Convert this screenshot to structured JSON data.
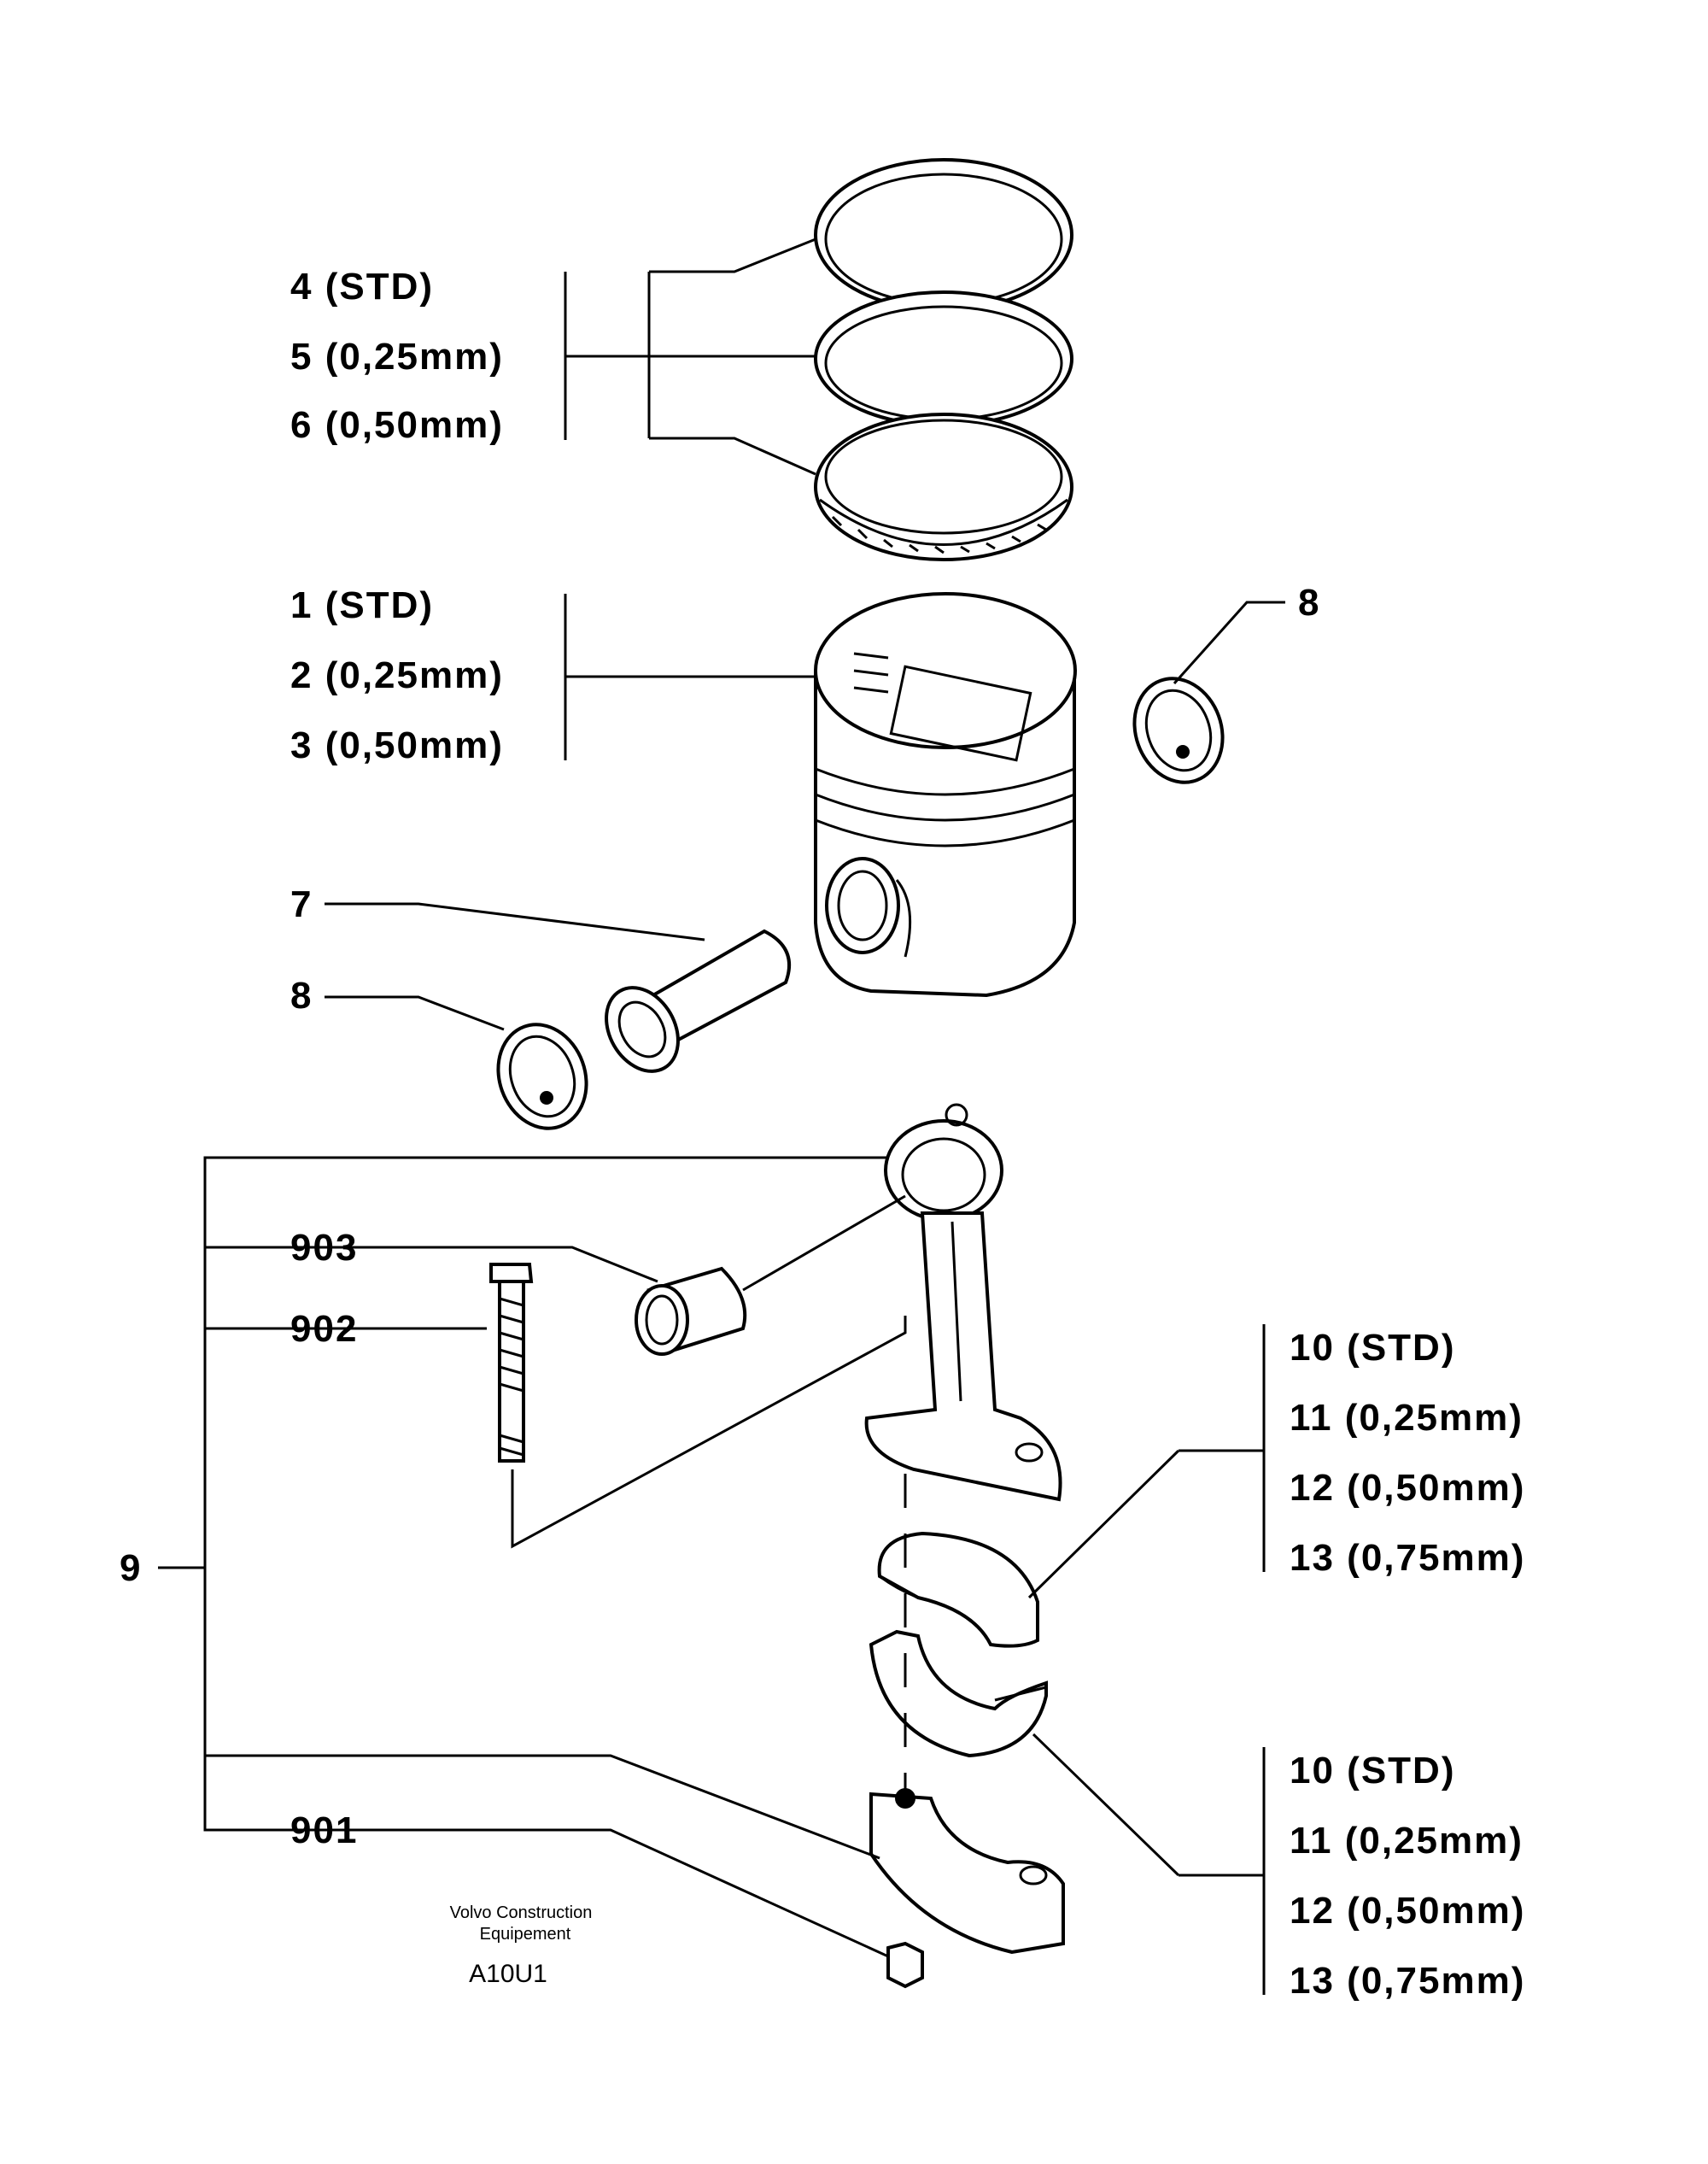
{
  "labels": {
    "ring_std": "4 (STD)",
    "ring_025": "5 (0,25mm)",
    "ring_050": "6 (0,50mm)",
    "piston_std": "1 (STD)",
    "piston_025": "2 (0,25mm)",
    "piston_050": "3 (0,50mm)",
    "circlip_right": "8",
    "pin": "7",
    "circlip_left": "8",
    "bushing": "903",
    "bolt": "902",
    "rod_assembly": "9",
    "nut": "901",
    "upper_bearing_std": "10 (STD)",
    "upper_bearing_025": "11 (0,25mm)",
    "upper_bearing_050": "12 (0,50mm)",
    "upper_bearing_075": "13 (0,75mm)",
    "lower_bearing_std": "10 (STD)",
    "lower_bearing_025": "11 (0,25mm)",
    "lower_bearing_050": "12 (0,50mm)",
    "lower_bearing_075": "13 (0,75mm)"
  },
  "footer": {
    "brand_line1": "Volvo Construction",
    "brand_line2": "Equipement",
    "code": "A10U1"
  }
}
